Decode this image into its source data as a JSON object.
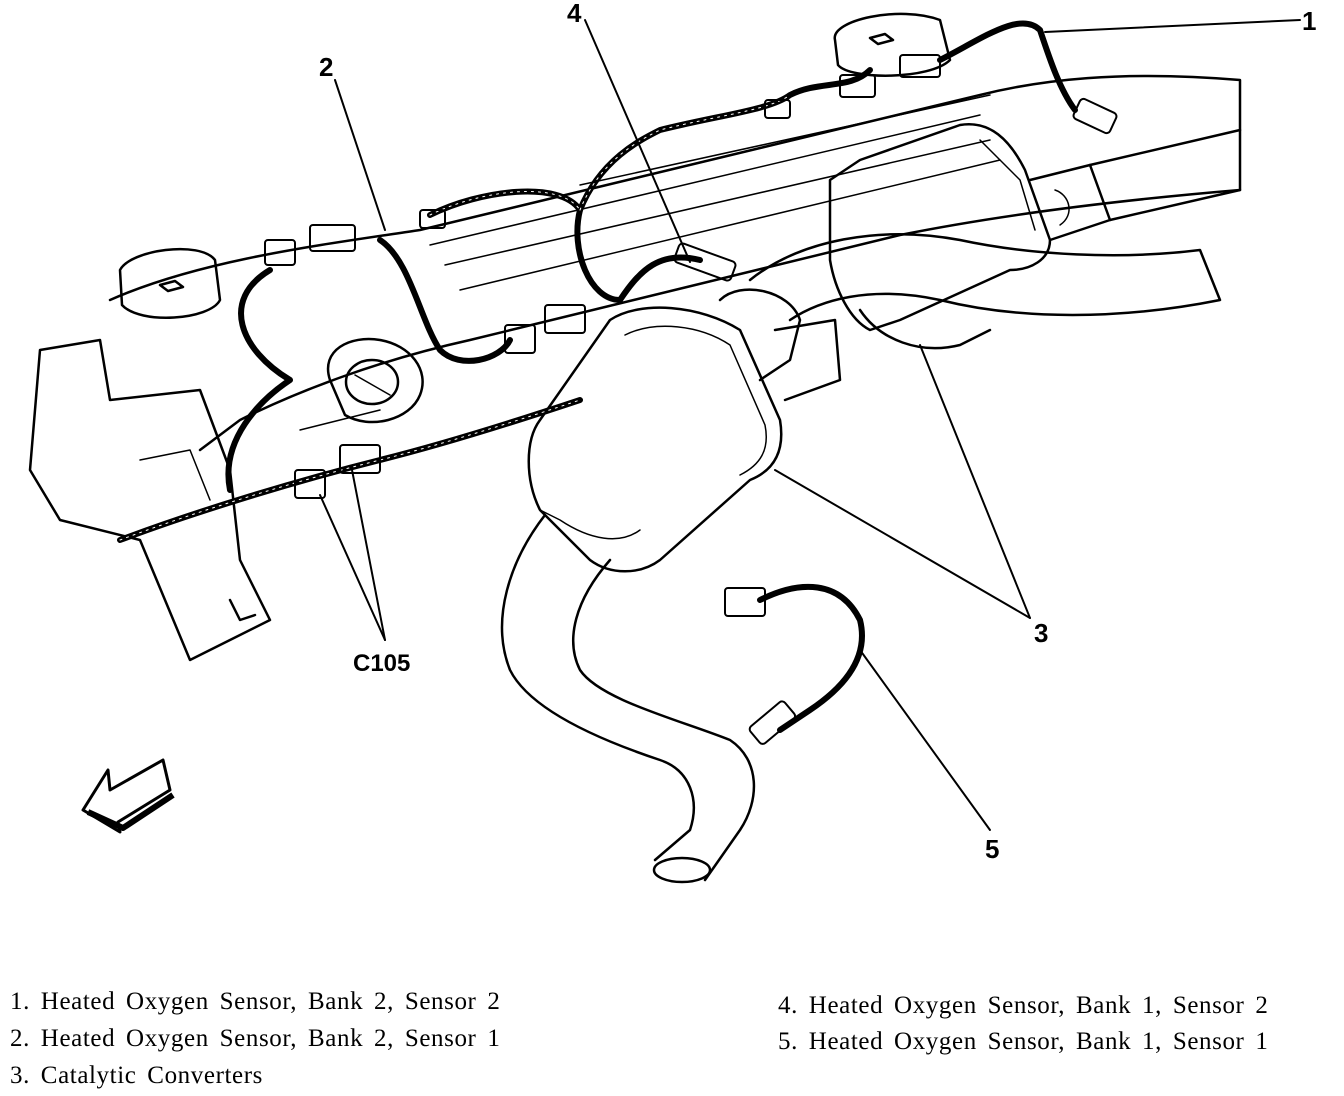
{
  "callouts": {
    "c1": "1",
    "c2": "2",
    "c3": "3",
    "c4": "4",
    "c5": "5",
    "connector": "C105"
  },
  "legend": {
    "item1": "1. Heated Oxygen Sensor, Bank 2, Sensor 2",
    "item2": "2. Heated Oxygen Sensor, Bank 2, Sensor 1",
    "item3": "3. Catalytic Converters",
    "item4": "4. Heated Oxygen Sensor, Bank 1, Sensor 2",
    "item5": "5. Heated Oxygen Sensor, Bank 1, Sensor 1"
  },
  "icons": [
    "front-direction-arrow-icon"
  ],
  "colors": {
    "ink": "#000000",
    "paper": "#ffffff"
  }
}
